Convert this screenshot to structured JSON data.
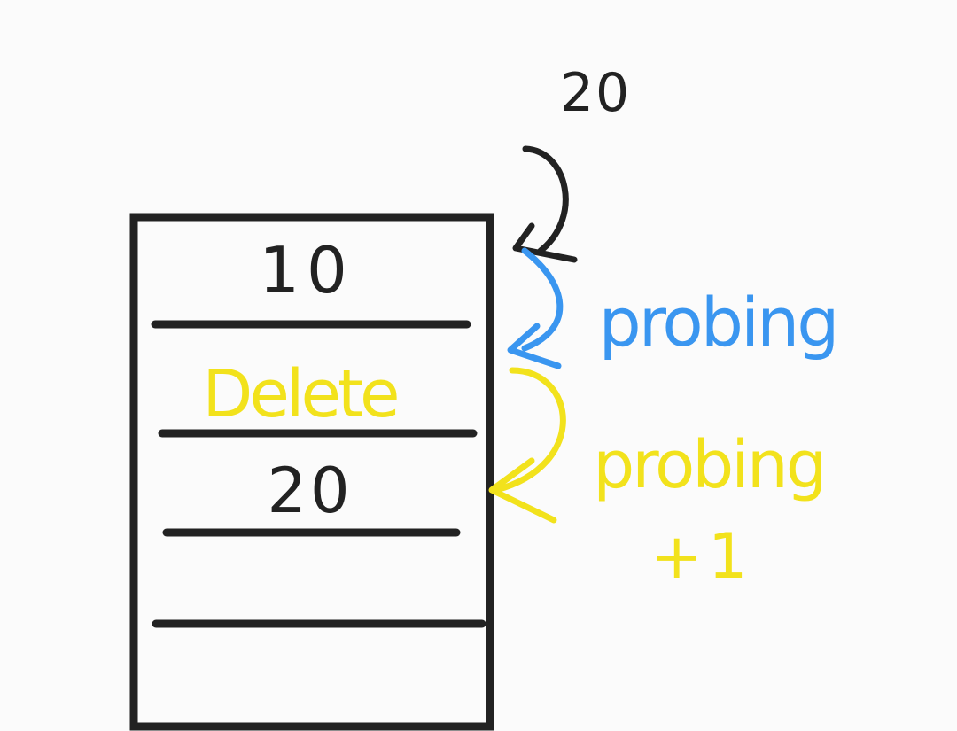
{
  "diagram": {
    "incoming_key": "20",
    "colors": {
      "ink": "#222222",
      "probe": "#3a96f0",
      "deleted": "#f2e21c",
      "background": "#fbfbfb"
    },
    "table": {
      "slots": [
        {
          "label": "10",
          "state": "occupied"
        },
        {
          "label": "Delete",
          "state": "deleted"
        },
        {
          "label": "20",
          "state": "occupied"
        },
        {
          "label": "",
          "state": "empty"
        },
        {
          "label": "",
          "state": "empty"
        }
      ]
    },
    "annotations": {
      "probe_1": "probing",
      "probe_2_line1": "probing",
      "probe_2_line2": "+1"
    }
  }
}
